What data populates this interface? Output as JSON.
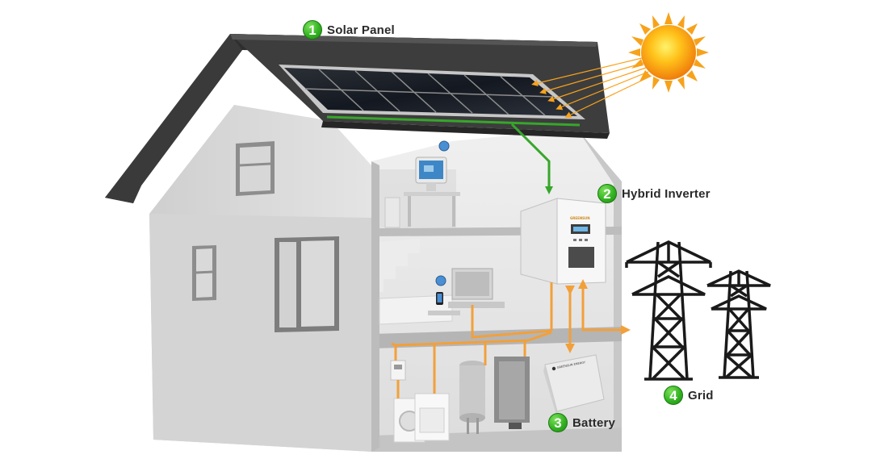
{
  "labels": {
    "solar_panel": {
      "number": "1",
      "text": "Solar Panel"
    },
    "hybrid_inverter": {
      "number": "2",
      "text": "Hybrid Inverter"
    },
    "battery": {
      "number": "3",
      "text": "Battery"
    },
    "grid": {
      "number": "4",
      "text": "Grid"
    }
  },
  "devices": {
    "inverter_brand": "GREENSUN",
    "battery_brand": "GREENSUN ENERGY"
  },
  "colors": {
    "dc_flow": "#37a62b",
    "ac_flow": "#f2a03a",
    "roof": "#3a3a3a",
    "wall": "#e3e3e3",
    "sun": "#f7a21b"
  }
}
